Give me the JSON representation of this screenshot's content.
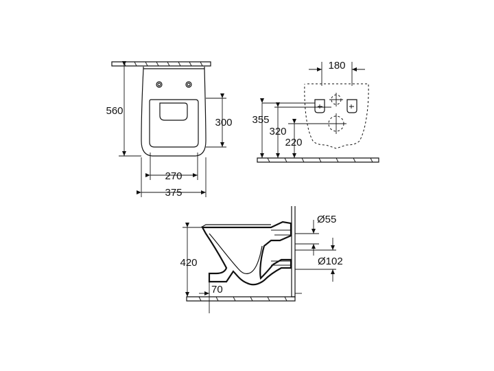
{
  "front_view": {
    "height_label": "560",
    "bowl_height_label": "300",
    "inner_width_label": "270",
    "outer_width_label": "375"
  },
  "rear_view": {
    "fixing_width_label": "180",
    "dim_355": "355",
    "dim_320": "320",
    "dim_220": "220"
  },
  "side_view": {
    "height_label": "420",
    "offset_label": "70",
    "inlet_diameter_label": "Ø55",
    "outlet_diameter_label": "Ø102"
  }
}
